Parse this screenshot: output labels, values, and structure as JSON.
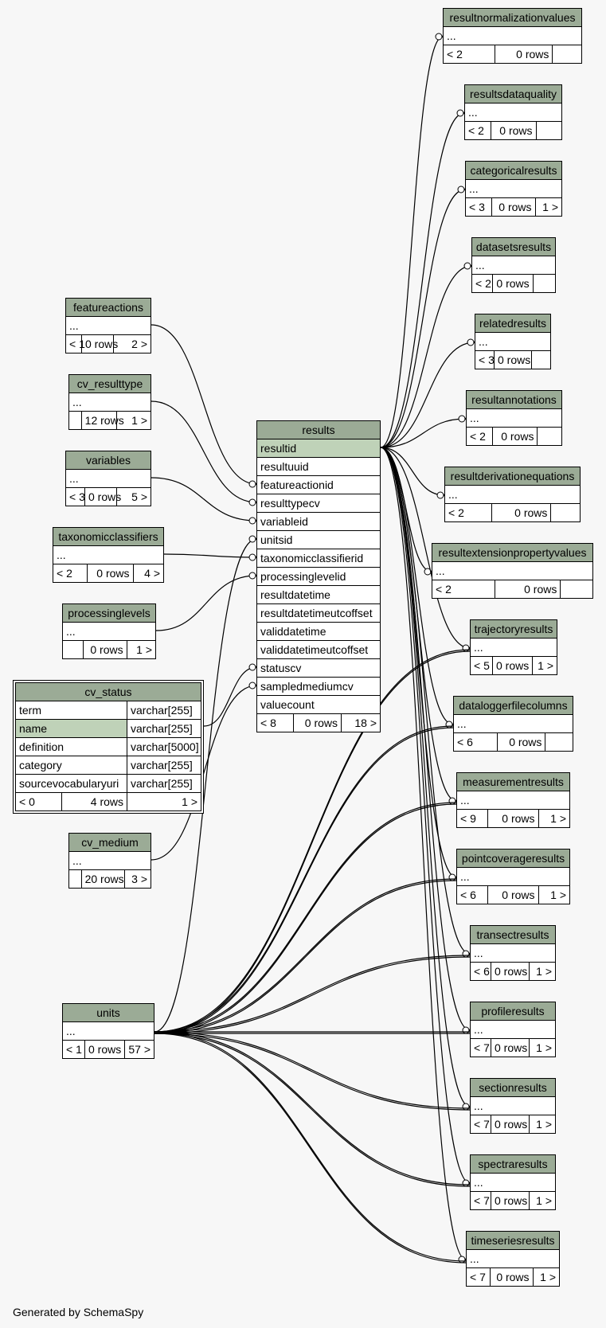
{
  "footer": "Generated by SchemaSpy",
  "results": {
    "title": "results",
    "columns": [
      "resultid",
      "resultuuid",
      "featureactionid",
      "resulttypecv",
      "variableid",
      "unitsid",
      "taxonomicclassifierid",
      "processinglevelid",
      "resultdatetime",
      "resultdatetimeutcoffset",
      "validdatetime",
      "validdatetimeutcoffset",
      "statuscv",
      "sampledmediumcv",
      "valuecount"
    ],
    "footer": [
      "< 8",
      "0 rows",
      "18 >"
    ]
  },
  "cv_status": {
    "title": "cv_status",
    "rows": [
      [
        "term",
        "varchar[255]"
      ],
      [
        "name",
        "varchar[255]"
      ],
      [
        "definition",
        "varchar[5000]"
      ],
      [
        "category",
        "varchar[255]"
      ],
      [
        "sourcevocabularyuri",
        "varchar[255]"
      ]
    ],
    "footer": [
      "< 0",
      "4 rows",
      "1 >"
    ]
  },
  "left_tables": [
    {
      "title": "featureactions",
      "body": "...",
      "footer": [
        "< 1",
        "0 rows",
        "2 >"
      ]
    },
    {
      "title": "cv_resulttype",
      "body": "...",
      "footer": [
        "",
        "12 rows",
        "1 >"
      ]
    },
    {
      "title": "variables",
      "body": "...",
      "footer": [
        "< 3",
        "0 rows",
        "5 >"
      ]
    },
    {
      "title": "taxonomicclassifiers",
      "body": "...",
      "footer": [
        "< 2",
        "0 rows",
        "4 >"
      ]
    },
    {
      "title": "processinglevels",
      "body": "...",
      "footer": [
        "",
        "0 rows",
        "1 >"
      ]
    },
    {
      "title": "cv_medium",
      "body": "...",
      "footer": [
        "",
        "20 rows",
        "3 >"
      ]
    },
    {
      "title": "units",
      "body": "...",
      "footer": [
        "< 1",
        "0 rows",
        "57 >"
      ]
    }
  ],
  "right_tables": [
    {
      "title": "resultnormalizationvalues",
      "body": "...",
      "footer": [
        "< 2",
        "0 rows",
        ""
      ]
    },
    {
      "title": "resultsdataquality",
      "body": "...",
      "footer": [
        "< 2",
        "0 rows",
        ""
      ]
    },
    {
      "title": "categoricalresults",
      "body": "...",
      "footer": [
        "< 3",
        "0 rows",
        "1 >"
      ]
    },
    {
      "title": "datasetsresults",
      "body": "...",
      "footer": [
        "< 2",
        "0 rows",
        ""
      ]
    },
    {
      "title": "relatedresults",
      "body": "...",
      "footer": [
        "< 3",
        "0 rows",
        ""
      ]
    },
    {
      "title": "resultannotations",
      "body": "...",
      "footer": [
        "< 2",
        "0 rows",
        ""
      ]
    },
    {
      "title": "resultderivationequations",
      "body": "...",
      "footer": [
        "< 2",
        "0 rows",
        ""
      ]
    },
    {
      "title": "resultextensionpropertyvalues",
      "body": "...",
      "footer": [
        "< 2",
        "0 rows",
        ""
      ]
    },
    {
      "title": "trajectoryresults",
      "body": "...",
      "footer": [
        "< 5",
        "0 rows",
        "1 >"
      ]
    },
    {
      "title": "dataloggerfilecolumns",
      "body": "...",
      "footer": [
        "< 6",
        "0 rows",
        ""
      ]
    },
    {
      "title": "measurementresults",
      "body": "...",
      "footer": [
        "< 9",
        "0 rows",
        "1 >"
      ]
    },
    {
      "title": "pointcoverageresults",
      "body": "...",
      "footer": [
        "< 6",
        "0 rows",
        "1 >"
      ]
    },
    {
      "title": "transectresults",
      "body": "...",
      "footer": [
        "< 6",
        "0 rows",
        "1 >"
      ]
    },
    {
      "title": "profileresults",
      "body": "...",
      "footer": [
        "< 7",
        "0 rows",
        "1 >"
      ]
    },
    {
      "title": "sectionresults",
      "body": "...",
      "footer": [
        "< 7",
        "0 rows",
        "1 >"
      ]
    },
    {
      "title": "spectraresults",
      "body": "...",
      "footer": [
        "< 7",
        "0 rows",
        "1 >"
      ]
    },
    {
      "title": "timeseriesresults",
      "body": "...",
      "footer": [
        "< 7",
        "0 rows",
        "1 >"
      ]
    }
  ]
}
